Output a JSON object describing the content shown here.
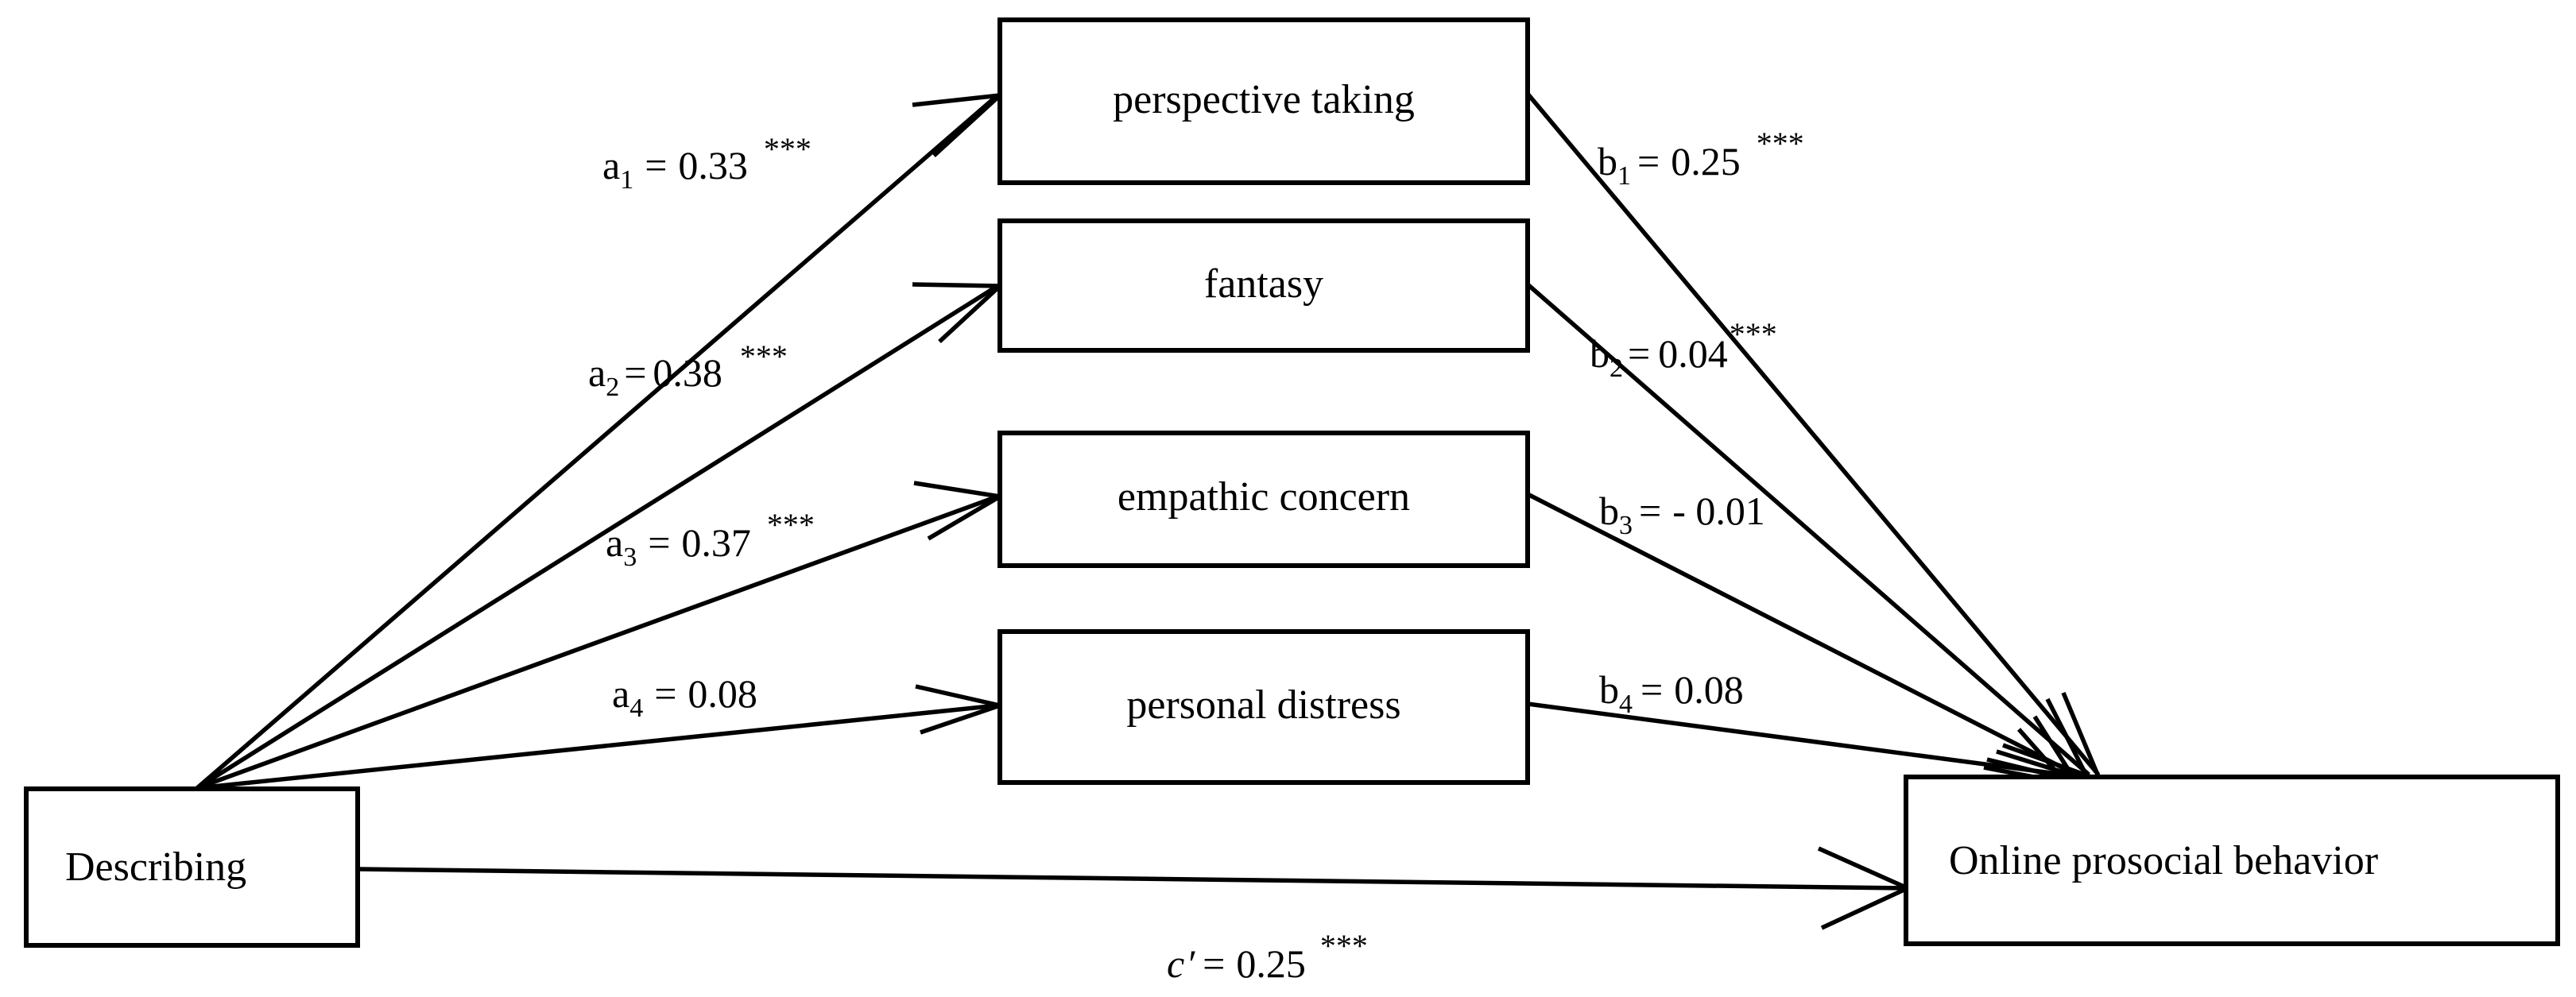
{
  "figure": {
    "type": "mediation-path-diagram",
    "background_color": "#ffffff",
    "line_color": "#000000"
  },
  "predictor": {
    "label": "Describing"
  },
  "outcome": {
    "label": "Online prosocial behavior"
  },
  "mediators": [
    {
      "id": "perspective-taking",
      "label": "perspective taking"
    },
    {
      "id": "fantasy",
      "label": "fantasy"
    },
    {
      "id": "empathic-concern",
      "label": "empathic concern"
    },
    {
      "id": "personal-distress",
      "label": "personal distress"
    }
  ],
  "a_paths": [
    {
      "name": "a",
      "subscript": "1",
      "equals": "=",
      "value": "0.33",
      "stars": "***"
    },
    {
      "name": "a",
      "subscript": "2",
      "equals": "=",
      "value": "0.38",
      "stars": "***"
    },
    {
      "name": "a",
      "subscript": "3",
      "equals": "=",
      "value": "0.37",
      "stars": "***"
    },
    {
      "name": "a",
      "subscript": "4",
      "equals": "=",
      "value": "0.08",
      "stars": ""
    }
  ],
  "b_paths": [
    {
      "name": "b",
      "subscript": "1",
      "equals": "=",
      "value": "0.25",
      "stars": "***"
    },
    {
      "name": "b",
      "subscript": "2",
      "equals": "=",
      "value": "0.04",
      "stars": "***"
    },
    {
      "name": "b",
      "subscript": "3",
      "equals": "=",
      "value": "- 0.01",
      "stars": ""
    },
    {
      "name": "b",
      "subscript": "4",
      "equals": "=",
      "value": "0.08",
      "stars": ""
    }
  ],
  "direct_path": {
    "name": "c",
    "prime": "′",
    "equals": "=",
    "value": "0.25",
    "stars": "***"
  },
  "chart_data": {
    "type": "diagram",
    "title": "",
    "nodes": [
      "Describing",
      "perspective taking",
      "fantasy",
      "empathic concern",
      "personal distress",
      "Online prosocial behavior"
    ],
    "edges": [
      {
        "from": "Describing",
        "to": "perspective taking",
        "label": "a1 = 0.33 ***",
        "value": 0.33,
        "significance": "***"
      },
      {
        "from": "Describing",
        "to": "fantasy",
        "label": "a2 = 0.38 ***",
        "value": 0.38,
        "significance": "***"
      },
      {
        "from": "Describing",
        "to": "empathic concern",
        "label": "a3 = 0.37 ***",
        "value": 0.37,
        "significance": "***"
      },
      {
        "from": "Describing",
        "to": "personal distress",
        "label": "a4 = 0.08",
        "value": 0.08,
        "significance": ""
      },
      {
        "from": "perspective taking",
        "to": "Online prosocial behavior",
        "label": "b1 = 0.25 ***",
        "value": 0.25,
        "significance": "***"
      },
      {
        "from": "fantasy",
        "to": "Online prosocial behavior",
        "label": "b2 = 0.04 ***",
        "value": 0.04,
        "significance": "***"
      },
      {
        "from": "empathic concern",
        "to": "Online prosocial behavior",
        "label": "b3 = - 0.01",
        "value": -0.01,
        "significance": ""
      },
      {
        "from": "personal distress",
        "to": "Online prosocial behavior",
        "label": "b4 = 0.08",
        "value": 0.08,
        "significance": ""
      },
      {
        "from": "Describing",
        "to": "Online prosocial behavior",
        "label": "c' = 0.25 ***",
        "value": 0.25,
        "significance": "***"
      }
    ]
  }
}
